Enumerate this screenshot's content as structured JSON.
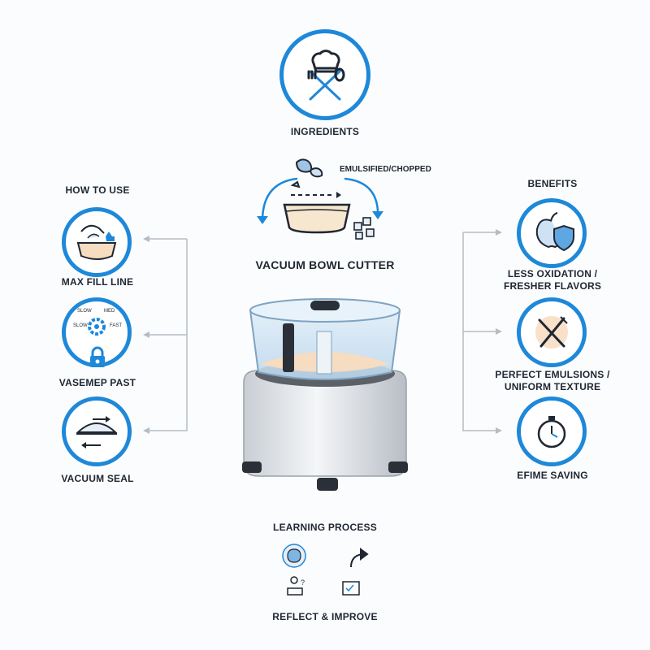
{
  "colors": {
    "accent": "#1e88d9",
    "ink": "#1f2733",
    "connector": "#b5bcc4"
  },
  "top": {
    "ingredients_label": "INGREDIENTS",
    "emulsified_label": "EMULSIFIED/CHOPPED",
    "icon": "chef-hat-fork-spoon-icon"
  },
  "center": {
    "title": "VACUUM BOWL CUTTER"
  },
  "how_to_use": {
    "heading": "HOW TO USE",
    "items": [
      {
        "label": "MAX FILL LINE",
        "icon": "bowl-fill-icon"
      },
      {
        "label": "VASEMEP PAST",
        "icon": "speed-dial-icon",
        "dial": [
          "SLOW",
          "MED",
          "SLOW",
          "FAST"
        ]
      },
      {
        "label": "VACUUM SEAL",
        "icon": "vacuum-lid-icon"
      }
    ]
  },
  "benefits": {
    "heading": "BENEFITS",
    "items": [
      {
        "label_1": "LESS OXIDATION /",
        "label_2": "FRESHER FLAVORS",
        "icon": "apple-shield-icon"
      },
      {
        "label_1": "PERFECT EMULSIONS /",
        "label_2": "UNIFORM TEXTURE",
        "icon": "knife-fork-icon"
      },
      {
        "label_1": "EFIME SAVING",
        "icon": "stopwatch-icon"
      }
    ]
  },
  "learning": {
    "heading": "LEARNING PROCESS",
    "footer": "REFLECT & IMPROVE",
    "icons": [
      "brain-icon",
      "rising-arrow-icon",
      "worker-question-icon",
      "checklist-icon"
    ]
  }
}
